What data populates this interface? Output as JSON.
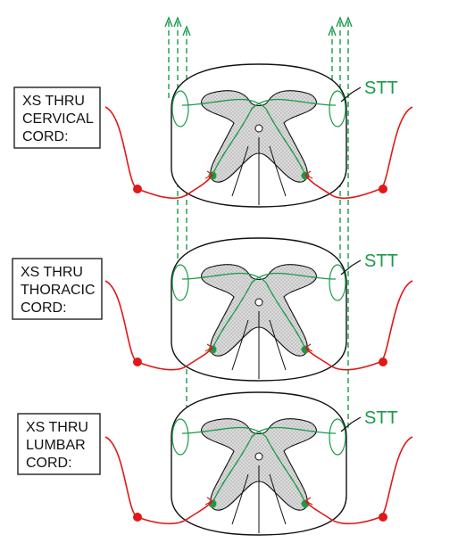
{
  "colors": {
    "tract": "#1a9a4a",
    "afferent": "#e01818",
    "outline": "#111111",
    "gray_fill": "#d4d4d4"
  },
  "panels": [
    {
      "label_lines": [
        "XS THRU",
        "CERVICAL",
        "CORD:"
      ],
      "tract_label": "STT"
    },
    {
      "label_lines": [
        "XS THRU",
        "THORACIC",
        "CORD:"
      ],
      "tract_label": "STT"
    },
    {
      "label_lines": [
        "XS THRU",
        "LUMBAR",
        "CORD:"
      ],
      "tract_label": "STT"
    }
  ]
}
